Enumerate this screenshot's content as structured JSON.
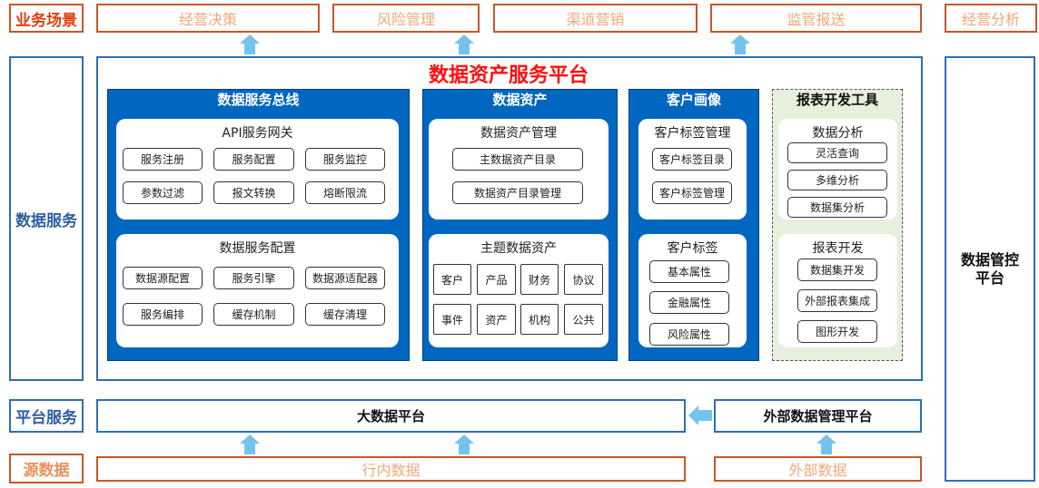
{
  "rows": {
    "business_label": "业务场景",
    "data_service_label": "数据服务",
    "platform_service_label": "平台服务",
    "source_label": "源数据"
  },
  "business": [
    "经营决策",
    "风险管理",
    "渠道营销",
    "监管报送",
    "经营分析"
  ],
  "platform_title": "数据资产服务平台",
  "bus": {
    "title": "数据服务总线",
    "gateway": {
      "title": "API服务网关",
      "items": [
        "服务注册",
        "服务配置",
        "服务监控",
        "参数过滤",
        "报文转换",
        "熔断限流"
      ]
    },
    "config": {
      "title": "数据服务配置",
      "items": [
        "数据源配置",
        "服务引擎",
        "数据源适配器",
        "服务编排",
        "缓存机制",
        "缓存清理"
      ]
    }
  },
  "asset": {
    "title": "数据资产",
    "mgmt": {
      "title": "数据资产管理",
      "items": [
        "主数据资产目录",
        "数据资产目录管理"
      ]
    },
    "topic": {
      "title": "主题数据资产",
      "items": [
        "客户",
        "产品",
        "财务",
        "协议",
        "事件",
        "资产",
        "机构",
        "公共"
      ]
    }
  },
  "portrait": {
    "title": "客户画像",
    "tagmgmt": {
      "title": "客户标签管理",
      "items": [
        "客户标签目录",
        "客户标签管理"
      ]
    },
    "tags": {
      "title": "客户标签",
      "items": [
        "基本属性",
        "金融属性",
        "风险属性"
      ]
    }
  },
  "report": {
    "title": "报表开发工具",
    "analysis": {
      "title": "数据分析",
      "items": [
        "灵活查询",
        "多维分析",
        "数据集分析"
      ]
    },
    "dev": {
      "title": "报表开发",
      "items": [
        "数据集开发",
        "外部报表集成",
        "图形开发"
      ]
    }
  },
  "mgmt_platform": "数据管控\n平台",
  "bigdata_platform": "大数据平台",
  "external_platform": "外部数据管理平台",
  "internal_data": "行内数据",
  "external_data": "外部数据",
  "colors": {
    "accent_blue": "#0067c0",
    "border_orange": "#c5582a",
    "arrow": "#73c3ee",
    "title_red": "#ff1010"
  }
}
